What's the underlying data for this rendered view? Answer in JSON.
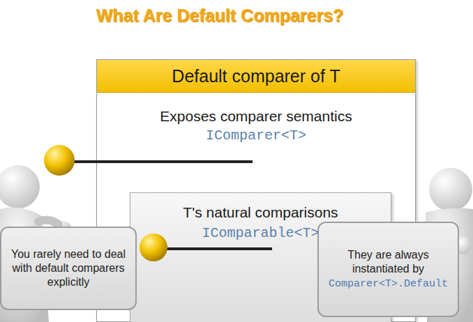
{
  "diagram": {
    "title": "What Are Default Comparers?",
    "nodes": [
      {
        "text": [
          "Default comparer of T",
          "Exposes comparer semantics",
          "IComparer<T>"
        ]
      },
      {
        "text": [
          "T's natural comparisons",
          "IComparable<T>"
        ],
        "in": 0
      },
      {
        "text": [
          "You rarely need to deal with default comparers explicitly"
        ]
      },
      {
        "text": [
          "They are always instantiated by",
          "Comparer<T>.Default"
        ]
      }
    ]
  }
}
